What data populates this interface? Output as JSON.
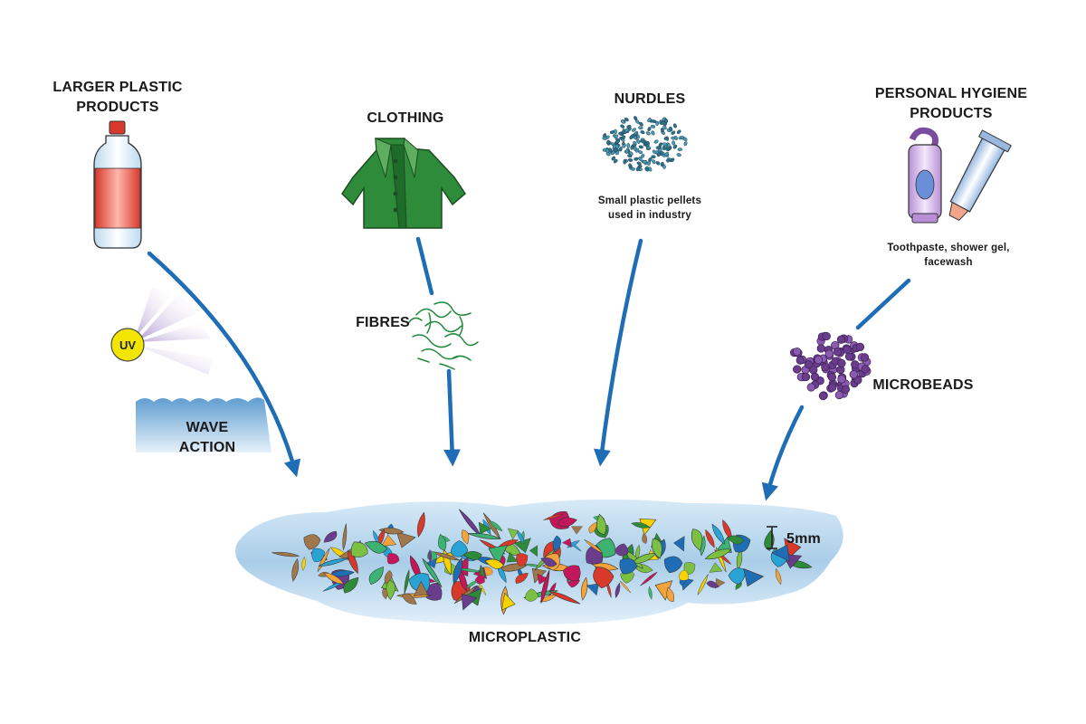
{
  "sources": {
    "larger_plastic": {
      "line1": "LARGER PLASTIC",
      "line2": "PRODUCTS"
    },
    "clothing": {
      "label": "CLOTHING"
    },
    "nurdles": {
      "label": "NURDLES",
      "caption_line1": "Small plastic pellets",
      "caption_line2": "used in industry"
    },
    "personal_hygiene": {
      "line1": "PERSONAL HYGIENE",
      "line2": "PRODUCTS",
      "caption_line1": "Toothpaste, shower gel,",
      "caption_line2": "facewash"
    }
  },
  "processes": {
    "uv": "UV",
    "wave_line1": "WAVE",
    "wave_line2": "ACTION",
    "fibres": "FIBRES",
    "microbeads": "MICROBEADS"
  },
  "result": {
    "label": "MICROPLASTIC",
    "scale": "5mm"
  },
  "colors": {
    "arrow": "#1f6db5",
    "water": "#a9cde8",
    "uv_sun": "#f2e600",
    "uv_rays": "#9b7cc6",
    "clothing": "#2e7d32",
    "nurdle": "#2f6f8a",
    "microbead": "#6a3d8c",
    "fibre": "#1f8a3a",
    "bottle_label": "#e04a3a"
  }
}
